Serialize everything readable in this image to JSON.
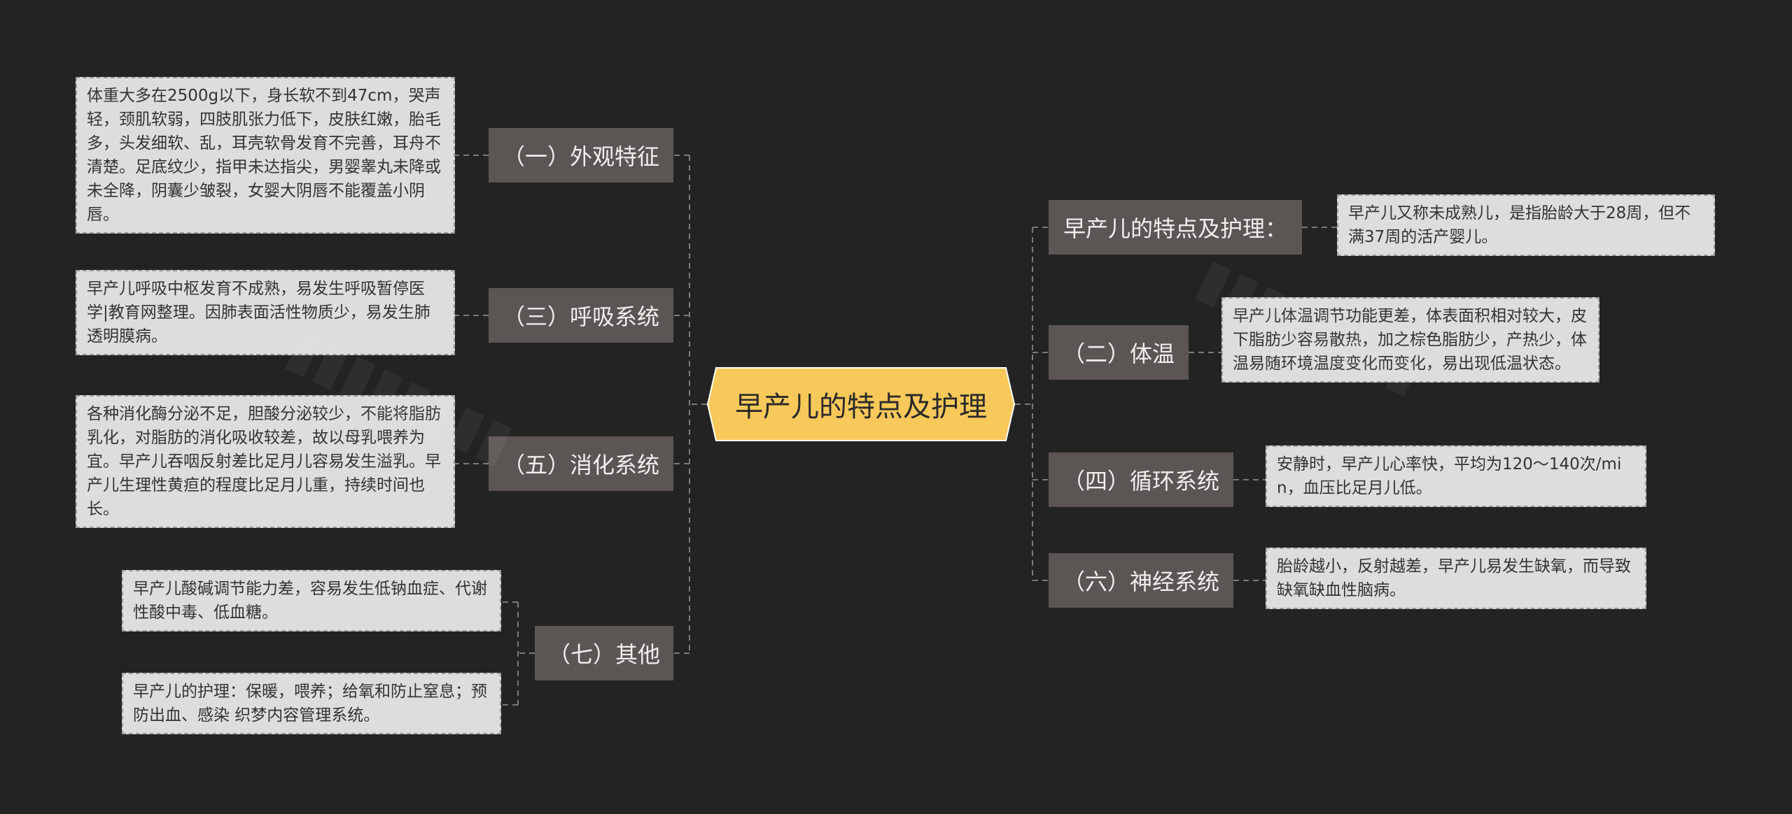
{
  "central": {
    "title": "早产儿的特点及护理"
  },
  "left_branches": [
    {
      "label": "（一）外观特征",
      "leaves": [
        "体重大多在2500g以下，身长软不到47cm，哭声轻，颈肌软弱，四肢肌张力低下，皮肤红嫩，胎毛多，头发细软、乱，耳壳软骨发育不完善，耳舟不清楚。足底纹少，指甲未达指尖，男婴睾丸未降或未全降，阴囊少皱裂，女婴大阴唇不能覆盖小阴唇。"
      ]
    },
    {
      "label": "（三）呼吸系统",
      "leaves": [
        "早产儿呼吸中枢发育不成熟，易发生呼吸暂停医学|教育网整理。因肺表面活性物质少，易发生肺透明膜病。"
      ]
    },
    {
      "label": "（五）消化系统",
      "leaves": [
        "各种消化酶分泌不足，胆酸分泌较少，不能将脂肪乳化，对脂肪的消化吸收较差，故以母乳喂养为宜。早产儿吞咽反射差比足月儿容易发生溢乳。早产儿生理性黄疸的程度比足月儿重，持续时间也长。"
      ]
    },
    {
      "label": "（七）其他",
      "leaves": [
        "早产儿酸碱调节能力差，容易发生低钠血症、代谢性酸中毒、低血糖。",
        "早产儿的护理：保暖，喂养；给氧和防止窒息；预防出血、感染 织梦内容管理系统。"
      ]
    }
  ],
  "right_branches": [
    {
      "label": "早产儿的特点及护理：",
      "leaves": [
        "早产儿又称未成熟儿，是指胎龄大于28周，但不满37周的活产婴儿。"
      ]
    },
    {
      "label": "（二）体温",
      "leaves": [
        "早产儿体温调节功能更差，体表面积相对较大，皮下脂肪少容易散热，加之棕色脂肪少，产热少，体温易随环境温度变化而变化，易出现低温状态。"
      ]
    },
    {
      "label": "（四）循环系统",
      "leaves": [
        "安静时，早产儿心率快，平均为120～140次/min，血压比足月儿低。"
      ]
    },
    {
      "label": "（六）神经系统",
      "leaves": [
        "胎龄越小，反射越差，早产儿易发生缺氧，而导致缺氧缺血性脑病。"
      ]
    }
  ],
  "colors": {
    "background": "#232323",
    "central_fill": "#f7c85a",
    "branch_fill": "#5b5653",
    "leaf_fill": "#dddddd",
    "connector": "#777777"
  }
}
